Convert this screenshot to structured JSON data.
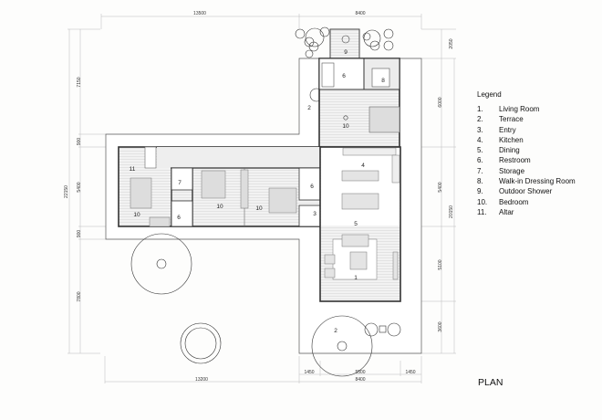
{
  "legend": {
    "title": "Legend",
    "items": [
      {
        "num": "1.",
        "label": "Living Room"
      },
      {
        "num": "2.",
        "label": "Terrace"
      },
      {
        "num": "3.",
        "label": "Entry"
      },
      {
        "num": "4.",
        "label": "Kitchen"
      },
      {
        "num": "5.",
        "label": "Dining"
      },
      {
        "num": "6.",
        "label": "Restroom"
      },
      {
        "num": "7.",
        "label": "Storage"
      },
      {
        "num": "8.",
        "label": "Walk-in Dressing Room"
      },
      {
        "num": "9.",
        "label": "Outdoor Shower"
      },
      {
        "num": "10.",
        "label": "Bedroom"
      },
      {
        "num": "11.",
        "label": "Altar"
      }
    ]
  },
  "plan_label": "PLAN",
  "dimensions": {
    "top": [
      "13500",
      "8400"
    ],
    "left": [
      "7150",
      "900",
      "5400",
      "900",
      "7800",
      "22150"
    ],
    "right": [
      "2050",
      "6000",
      "5400",
      "5100",
      "3600",
      "20150"
    ],
    "bottom_inner": [
      "1450",
      "5500",
      "1450"
    ],
    "bottom": [
      "13200",
      "8400"
    ]
  },
  "room_labels": {
    "shower": "9",
    "restroom_top": "6",
    "dressing": "8",
    "terrace_top": "2",
    "bedroom_top": "10",
    "kitchen": "4",
    "altar": "11",
    "storage": "7",
    "restroom_mid": "6",
    "restroom_left": "6",
    "bedroom_left": "10",
    "bedroom_mid1": "10",
    "bedroom_mid2": "10",
    "entry": "3",
    "dining": "5",
    "living": "1",
    "terrace_bottom": "2"
  }
}
